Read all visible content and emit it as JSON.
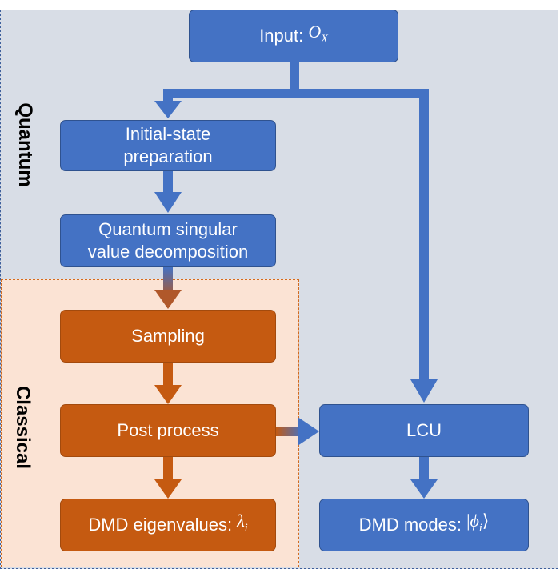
{
  "regions": {
    "quantum_label": "Quantum",
    "classical_label": "Classical"
  },
  "boxes": {
    "input": {
      "text": "Input: ",
      "math": "O",
      "sub": "X"
    },
    "initial_state": {
      "line1": "Initial-state",
      "line2": "preparation"
    },
    "qsvd": {
      "line1": "Quantum singular",
      "line2": "value decomposition"
    },
    "sampling": {
      "text": "Sampling"
    },
    "post_process": {
      "text": "Post process"
    },
    "eigenvalues": {
      "text": "DMD eigenvalues: ",
      "math": "λ",
      "sub": "i"
    },
    "lcu": {
      "text": "LCU"
    },
    "modes": {
      "text": "DMD modes: ",
      "math_open": "|",
      "math": "ϕ",
      "sub": "i",
      "math_close": "⟩"
    }
  },
  "colors": {
    "quantum_fill": "#d8dde6",
    "classical_fill": "#fbe3d4",
    "blue_box": "#4472c4",
    "orange_box": "#c55a11"
  }
}
